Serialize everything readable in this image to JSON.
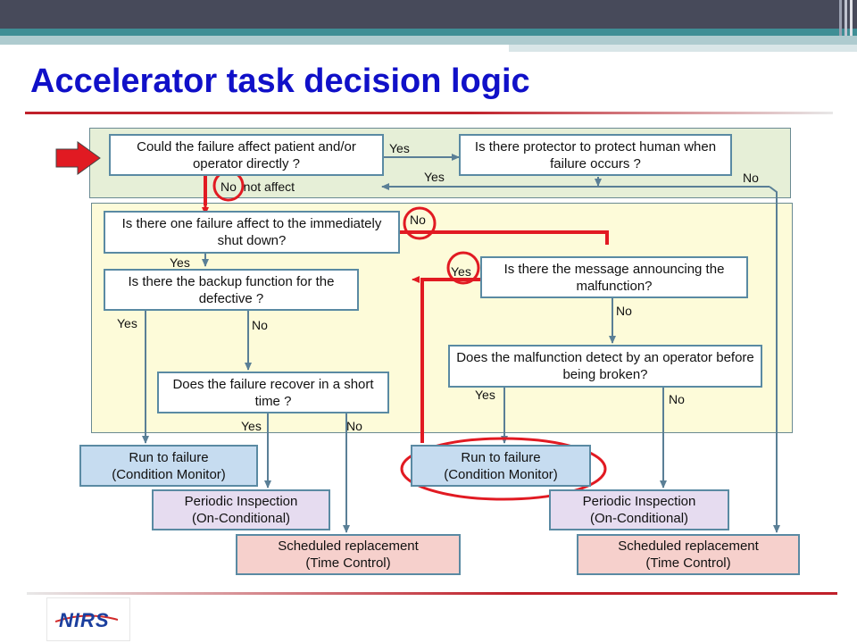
{
  "title": "Accelerator task decision logic",
  "questions": {
    "q1": "Could the failure affect patient and/or operator directly ?",
    "q2": "Is there protector  to protect human when failure occurs ?",
    "q3": "Is there one failure affect to the immediately shut down?",
    "q4": "Is there the backup function for  the defective ?",
    "q5": "Does the failure recover in a short time ?",
    "q6": "Is there the message announcing the malfunction?",
    "q7": "Does the malfunction detect by an operator before being broken?"
  },
  "outcomes": {
    "run1_line1": "Run to failure",
    "run1_line2": "(Condition Monitor)",
    "periodic1_line1": "Periodic Inspection",
    "periodic1_line2": "(On-Conditional)",
    "scheduled1_line1": "Scheduled replacement",
    "scheduled1_line2": "(Time Control)",
    "run2_line1": "Run to failure",
    "run2_line2": "(Condition Monitor)",
    "periodic2_line1": "Periodic Inspection",
    "periodic2_line2": "(On-Conditional)",
    "scheduled2_line1": "Scheduled replacement",
    "scheduled2_line2": "(Time Control)"
  },
  "labels": {
    "yes_q1": "Yes",
    "yes_q2": "Yes",
    "no_q2": "No",
    "no_not_affect": "No  not affect",
    "no_q3": "No",
    "yes_q3": "Yes",
    "yes_q6": "Yes",
    "yes_q4": "Yes",
    "no_q4": "No",
    "no_q6": "No",
    "yes_q7": "Yes",
    "no_q7": "No",
    "yes_q5": "Yes",
    "no_q5": "No"
  },
  "logo": {
    "text": "NIRS"
  },
  "colors": {
    "title": "#1010c8",
    "box_border": "#5a8aa3",
    "highlight": "#e11a22",
    "run_fill": "#c6dcf0",
    "periodic_fill": "#e6dcf0",
    "scheduled_fill": "#f6d0cc"
  }
}
